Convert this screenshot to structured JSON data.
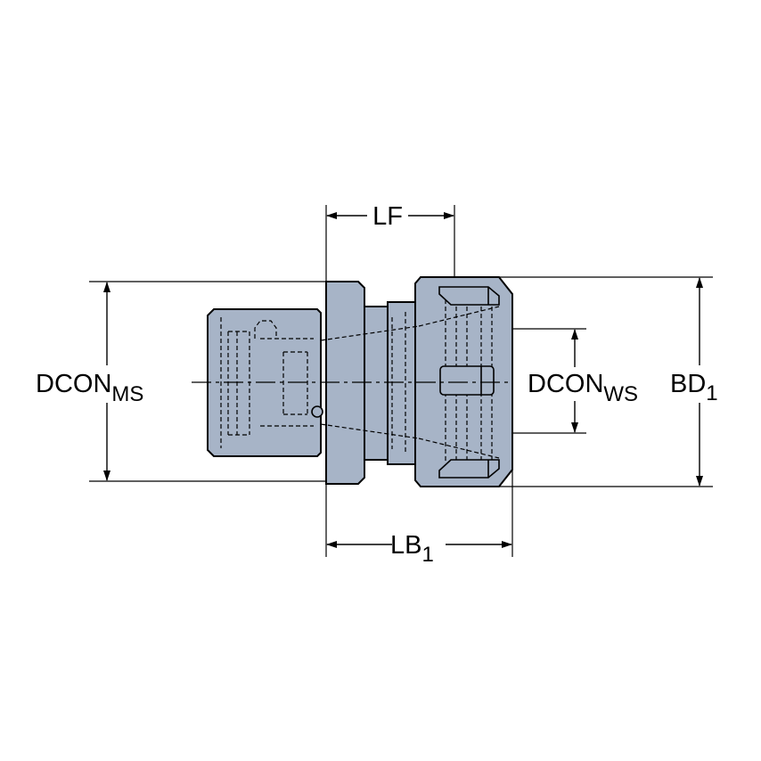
{
  "labels": {
    "lf": "LF",
    "lb": {
      "main": "LB",
      "sub": "1"
    },
    "dcon_ms": {
      "main": "DCON",
      "sub": "MS"
    },
    "dcon_ws": {
      "main": "DCON",
      "sub": "WS"
    },
    "bd": {
      "main": "BD",
      "sub": "1"
    }
  },
  "colors": {
    "body_fill": "#a7b4c7",
    "line": "#000000",
    "background": "#ffffff"
  }
}
